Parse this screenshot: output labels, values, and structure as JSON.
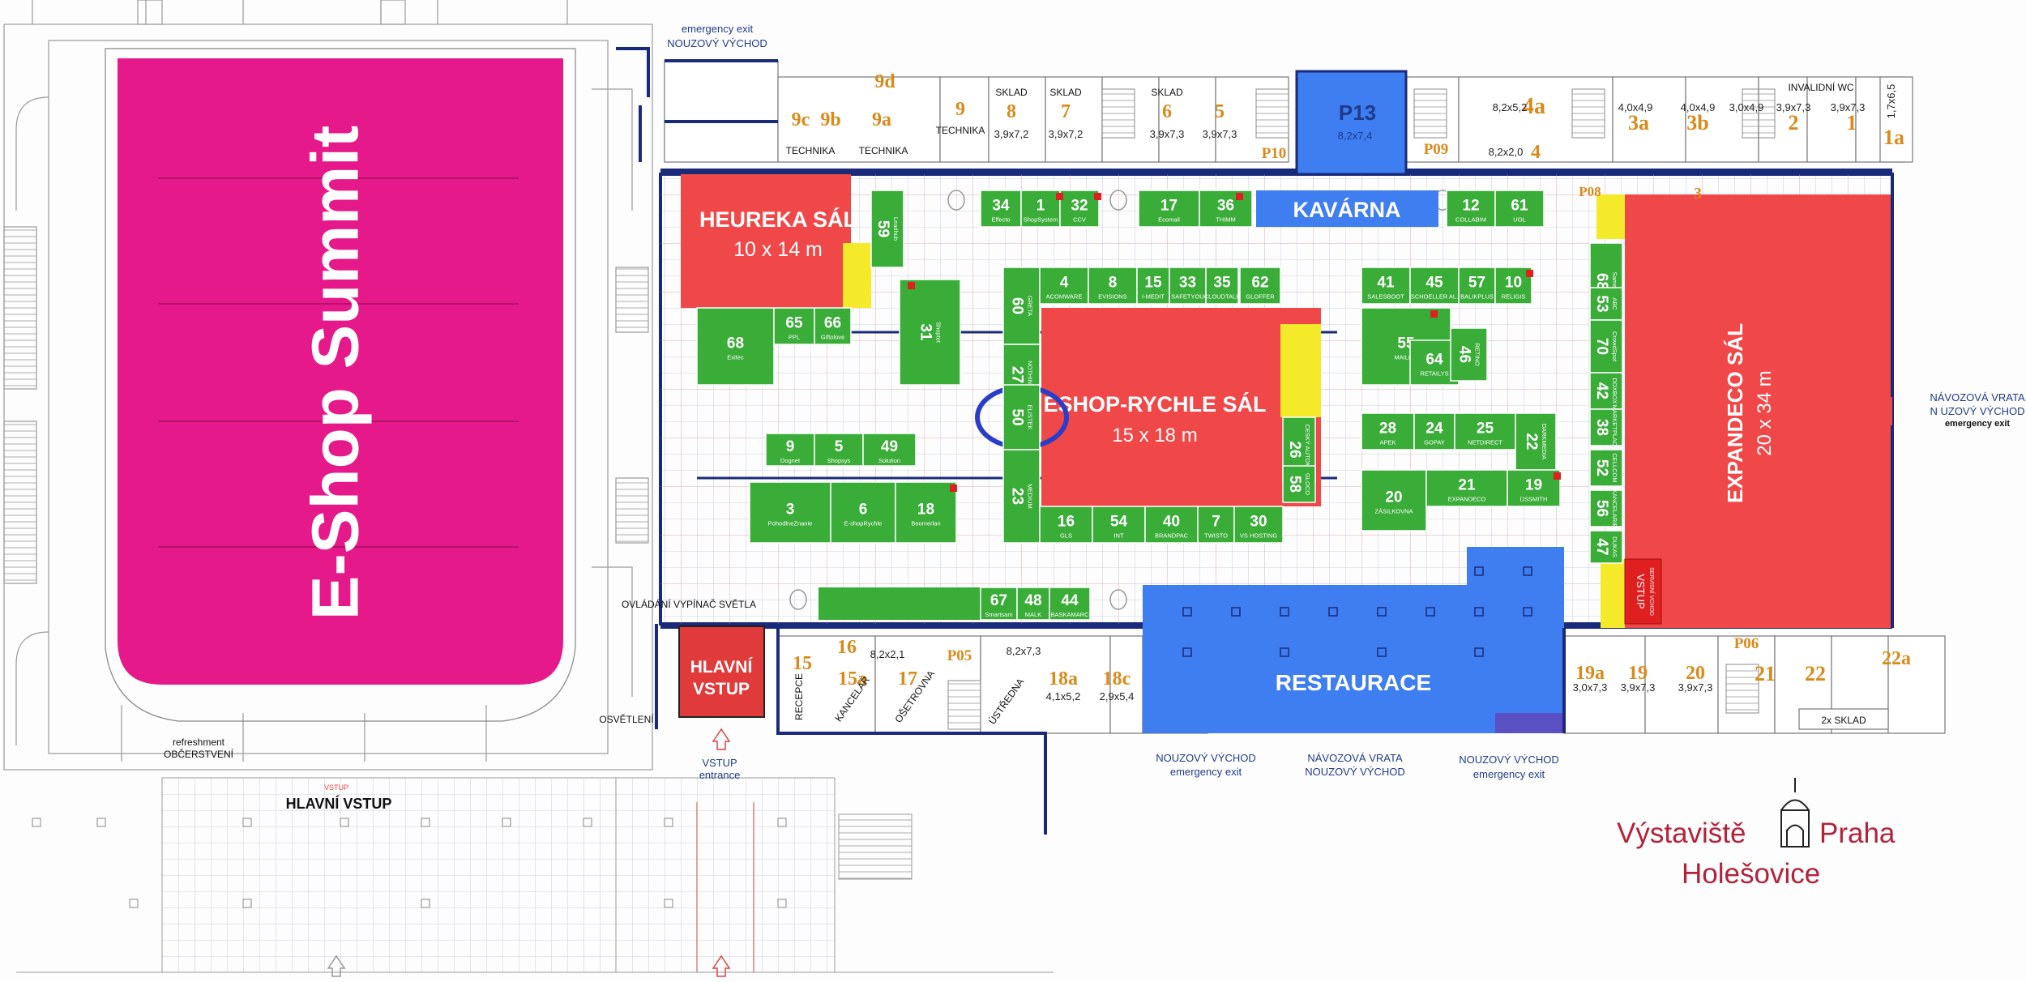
{
  "colors": {
    "magenta": "#e6198a",
    "hall_red": "#f04848",
    "booth_green": "#3aac38",
    "blue": "#3e7ef0",
    "yellow": "#f5ea2a",
    "orange_text": "#d98a1a",
    "wall_navy": "#1a2a7a"
  },
  "summit": {
    "label": "E-Shop Summit"
  },
  "halls": {
    "heureka": {
      "name": "HEUREKA SÁL",
      "size": "10 x 14 m"
    },
    "eshop": {
      "name": "ESHOP-RYCHLE SÁL",
      "size": "15 x 18 m"
    },
    "expandeco": {
      "name": "EXPANDECO SÁL",
      "size": "20 x 34 m"
    },
    "kavarna": {
      "name": "KAVÁRNA"
    },
    "restaurace": {
      "name": "RESTAURACE"
    },
    "hlavni_vstup_box": {
      "line1": "HLAVNÍ",
      "line2": "VSTUP"
    },
    "vstup_exit": {
      "line1": "VSTUP",
      "line2": "SERVISNÍ VCHOD"
    }
  },
  "booths": [
    {
      "num": "59",
      "sub": "Leadhub",
      "vertical": true
    },
    {
      "num": "34",
      "sub": "Effecto"
    },
    {
      "num": "1",
      "sub": "ShopSystem"
    },
    {
      "num": "32",
      "sub": "CCV"
    },
    {
      "num": "17",
      "sub": "Ecomail"
    },
    {
      "num": "36",
      "sub": "THIMM"
    },
    {
      "num": "12",
      "sub": "COLLABIM"
    },
    {
      "num": "61",
      "sub": "UOL"
    },
    {
      "num": "60",
      "sub": "GRETA",
      "vertical": true
    },
    {
      "num": "4",
      "sub": "ACOMWARE"
    },
    {
      "num": "8",
      "sub": "EVISIONS"
    },
    {
      "num": "15",
      "sub": "I-MEDIT"
    },
    {
      "num": "33",
      "sub": "SAFETYOU"
    },
    {
      "num": "35",
      "sub": "CLOUDTALK"
    },
    {
      "num": "62",
      "sub": "GLOFFER"
    },
    {
      "num": "41",
      "sub": "SALESBOOT"
    },
    {
      "num": "45",
      "sub": "SCHOELLER AL."
    },
    {
      "num": "57",
      "sub": "BALIKPLUS"
    },
    {
      "num": "10",
      "sub": "RELIGIS"
    },
    {
      "num": "68",
      "sub": "Exitec"
    },
    {
      "num": "65",
      "sub": "PPL"
    },
    {
      "num": "66",
      "sub": "Giftolove"
    },
    {
      "num": "31",
      "sub": "Shoptet",
      "vertical": true
    },
    {
      "num": "27",
      "sub": "NOTHING",
      "vertical": true
    },
    {
      "num": "50",
      "sub": "ELISTEK",
      "vertical": true
    },
    {
      "num": "23",
      "sub": "MEDIUM",
      "vertical": true
    },
    {
      "num": "55",
      "sub": "MAILKIT"
    },
    {
      "num": "64",
      "sub": "RETAILYS"
    },
    {
      "num": "46",
      "sub": "RETINO",
      "vertical": true
    },
    {
      "num": "9",
      "sub": "Dognet"
    },
    {
      "num": "5",
      "sub": "Shopsys"
    },
    {
      "num": "49",
      "sub": "Solution"
    },
    {
      "num": "3",
      "sub": "PohodlneZnanie"
    },
    {
      "num": "6",
      "sub": "E-shopRychle"
    },
    {
      "num": "18",
      "sub": "Boomerlan"
    },
    {
      "num": "26",
      "sub": "CESKÝ AUTOMAT",
      "vertical": true
    },
    {
      "num": "58",
      "sub": "GLOCO",
      "vertical": true
    },
    {
      "num": "16",
      "sub": "GLS"
    },
    {
      "num": "54",
      "sub": "INT"
    },
    {
      "num": "40",
      "sub": "BRANDPAC"
    },
    {
      "num": "7",
      "sub": "TWISTO"
    },
    {
      "num": "30",
      "sub": "VS HOSTING"
    },
    {
      "num": "28",
      "sub": "APEK"
    },
    {
      "num": "24",
      "sub": "GOPAY"
    },
    {
      "num": "25",
      "sub": "NETDIRECT"
    },
    {
      "num": "22",
      "sub": "DARKMEDIA",
      "vertical": true
    },
    {
      "num": "20",
      "sub": "ZÁSILKOVNA"
    },
    {
      "num": "21",
      "sub": "EXPANDECO"
    },
    {
      "num": "19",
      "sub": "DSSMITH"
    },
    {
      "num": "67",
      "sub": "Smartsam"
    },
    {
      "num": "48",
      "sub": "MALK"
    },
    {
      "num": "44",
      "sub": "BASKAMARC"
    },
    {
      "num": "68",
      "sub": "Sameo",
      "vertical": true
    },
    {
      "num": "53",
      "sub": "ABC",
      "vertical": true
    },
    {
      "num": "70",
      "sub": "CrowdSpot",
      "vertical": true
    },
    {
      "num": "42",
      "sub": "DOXBOX",
      "vertical": true
    },
    {
      "num": "38",
      "sub": "MARKETPLACE",
      "vertical": true
    },
    {
      "num": "52",
      "sub": "CELLCOM",
      "vertical": true
    },
    {
      "num": "56",
      "sub": "KANCELARIE",
      "vertical": true
    },
    {
      "num": "47",
      "sub": "DUKAS",
      "vertical": true
    }
  ],
  "rooms": [
    {
      "label": "9d"
    },
    {
      "label": "9c"
    },
    {
      "label": "9b"
    },
    {
      "label": "9a"
    },
    {
      "label": "9"
    },
    {
      "label": "8"
    },
    {
      "label": "7"
    },
    {
      "label": "6"
    },
    {
      "label": "5"
    },
    {
      "label": "4a"
    },
    {
      "label": "4"
    },
    {
      "label": "3a"
    },
    {
      "label": "3b"
    },
    {
      "label": "2"
    },
    {
      "label": "1"
    },
    {
      "label": "1a"
    },
    {
      "label": "15"
    },
    {
      "label": "16"
    },
    {
      "label": "15a"
    },
    {
      "label": "17"
    },
    {
      "label": "18a"
    },
    {
      "label": "18c"
    },
    {
      "label": "19a"
    },
    {
      "label": "19"
    },
    {
      "label": "20"
    },
    {
      "label": "21"
    },
    {
      "label": "22"
    },
    {
      "label": "22a"
    },
    {
      "label": "3"
    }
  ],
  "dims": {
    "r8": "3,9x7,2",
    "r7": "3,9x7,2",
    "r6": "3,9x7,3",
    "r5": "3,9x7,3",
    "r4a": "8,2x5,2",
    "r4": "8,2x2,0",
    "r3a": "4,0x4,9",
    "r3b": "4,0x4,9",
    "r3c": "3,0x4,9",
    "r2": "3,9x7,3",
    "r1": "3,9x7,3",
    "r1a": "1,7x6,5",
    "r16": "8,2x2,1",
    "r17": "8,2x7,3",
    "r18a": "4,1x5,2",
    "r18c": "2,9x5,4",
    "r19a": "3,0x7,3",
    "r19": "3,9x7,3",
    "r20": "3,9x7,3",
    "p13": "8,2x7,4"
  },
  "small_labels": {
    "sklad": "SKLAD",
    "technika": "TECHNIKA",
    "invalidni": "INVALIDNÍ WC",
    "p13": "P13",
    "p10": "P10",
    "p09": "P09",
    "p08": "P08",
    "p05": "P05",
    "p06": "P06",
    "recepce": "RECEPCE",
    "kancelar": "KANCELÁŘ",
    "osetrovna": "OŠETROVNA",
    "ustredna": "ÚSTŘEDNA",
    "sklad2x": "2x SKLAD",
    "osvetleni": "OSVĚTLENÍ",
    "ovladani": "OVLÁDÁNÍ VYPÍNAČ SVĚTLA",
    "refreshment": "refreshment",
    "obcerstveni": "OBČERSTVENÍ",
    "vstup_small": "VSTUP"
  },
  "exits": {
    "top_en": "emergency exit",
    "top_cz": "NOUZOVÝ VÝCHOD",
    "right_1": "NÁVOZOVÁ VRATA",
    "right_2": "N UZOVÝ VÝCHOD",
    "right_3": "emergency exit",
    "b1_cz": "NOUZOVÝ VÝCHOD",
    "b1_en": "emergency exit",
    "b2_1": "NÁVOZOVÁ VRATA",
    "b2_2": "NOUZOVÝ VÝCHOD",
    "b3_cz": "NOUZOVÝ VÝCHOD",
    "b3_en": "emergency exit",
    "vstup": "VSTUP",
    "entrance": "entrance",
    "hlavni_vstup": "HLAVNÍ VSTUP"
  },
  "logo": {
    "line1": "Výstaviště",
    "line1b": "Praha",
    "line2": "Holešovice"
  }
}
